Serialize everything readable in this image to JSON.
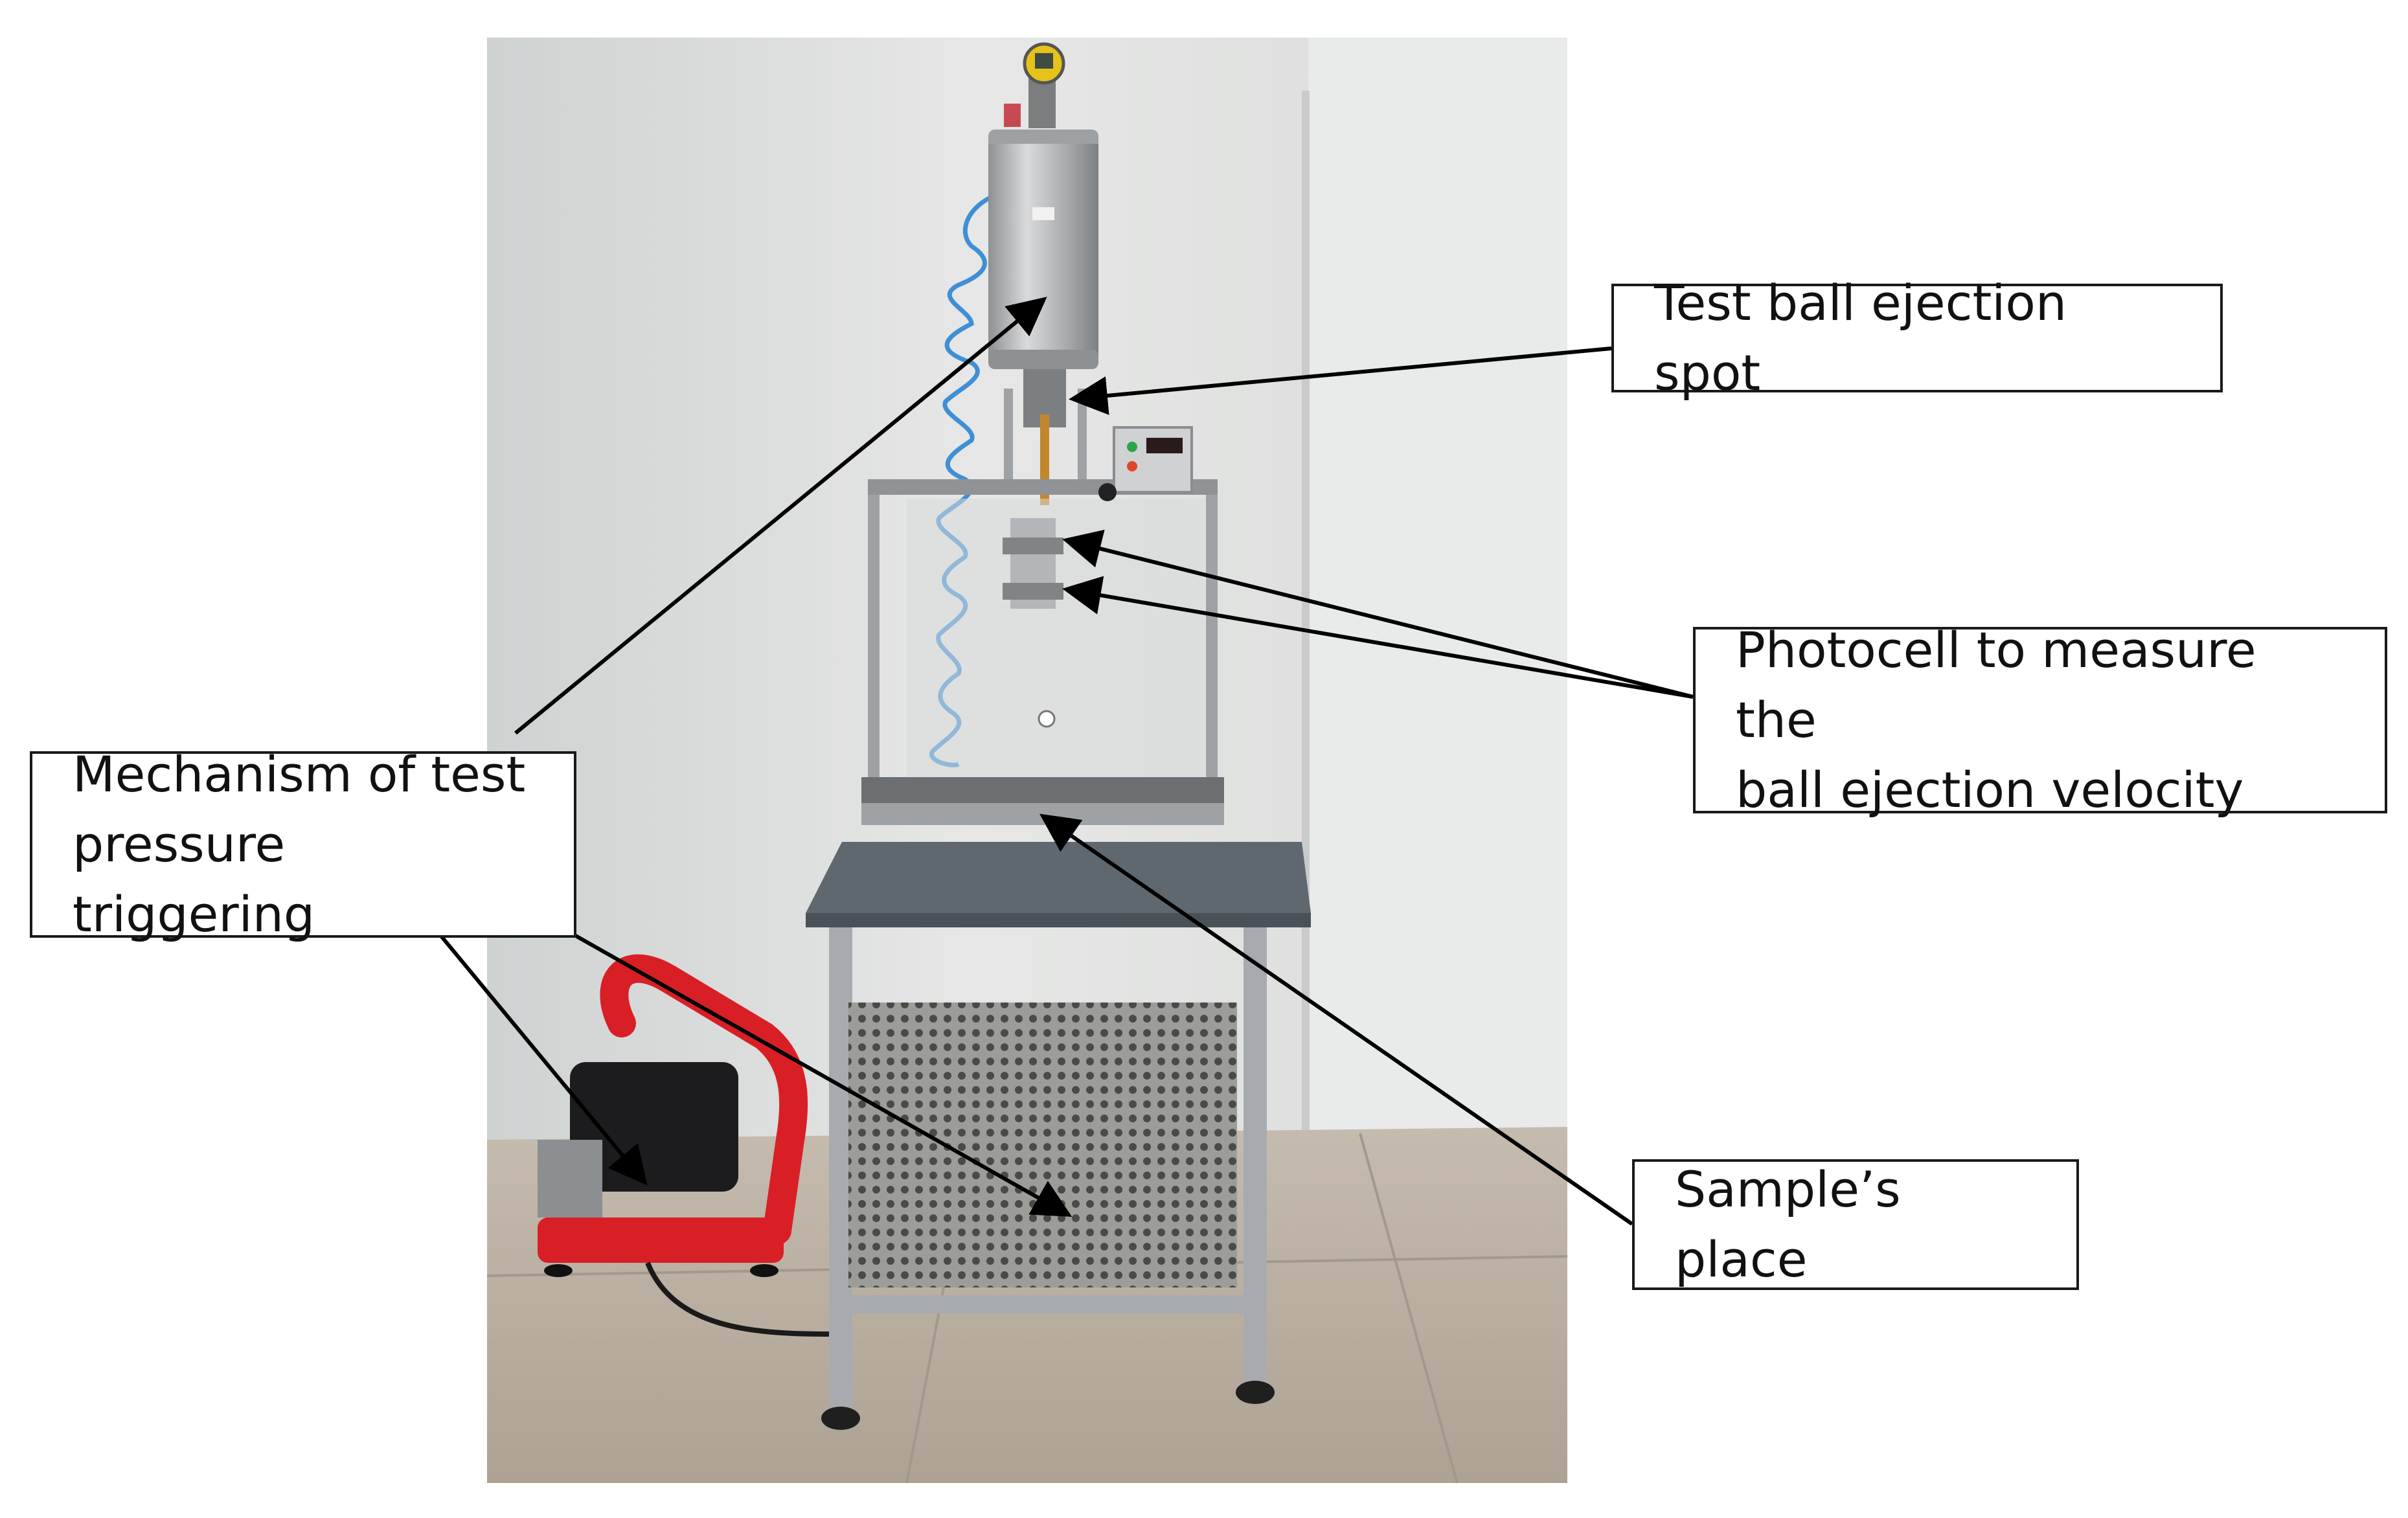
{
  "figure": {
    "callouts": {
      "test_ball_ejection_spot": "Test ball ejection spot",
      "photocell": "Photocell to measure the\nball ejection velocity",
      "mechanism": "Mechanism of test\npressure triggering",
      "sample_place": "Sample’s  place"
    }
  },
  "colors": {
    "wall": "#dfe1e0",
    "floor": "#b8ada0",
    "steel": "#a7abb0",
    "table_top": "#5f676f",
    "hose": "#3f8fd6",
    "compressor_red": "#d81f26",
    "compressor_black": "#1c1c1e",
    "gauge_yellow": "#e6c21a",
    "arrow": "#000000"
  }
}
